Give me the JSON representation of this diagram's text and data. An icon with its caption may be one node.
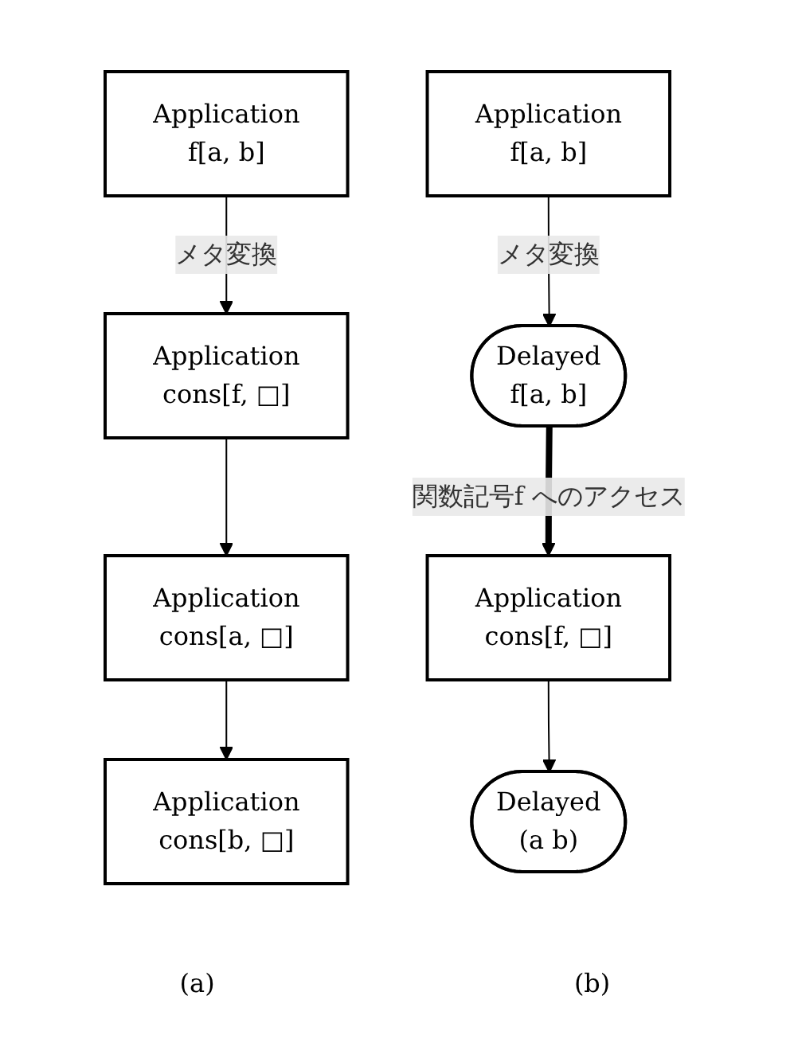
{
  "diagram": {
    "nodes": [
      {
        "text": [
          "Application",
          "f[a, b]"
        ]
      },
      {
        "text": [
          "Application",
          "cons[f, □]"
        ]
      },
      {
        "text": [
          "Application",
          "cons[a, □]"
        ]
      },
      {
        "text": [
          "Application",
          "cons[b, □]"
        ]
      },
      {
        "text": [
          "Application",
          "f[a, b]"
        ]
      },
      {
        "text": [
          "Delayed",
          "f[a, b]"
        ]
      },
      {
        "text": [
          "Application",
          "cons[f, □]"
        ]
      },
      {
        "text": [
          "Delayed",
          "(a b)"
        ]
      }
    ],
    "edges": [
      {
        "from": 0,
        "to": 1,
        "arrow": "to",
        "label": "メタ変換"
      },
      {
        "from": 1,
        "to": 2,
        "arrow": "to"
      },
      {
        "from": 2,
        "to": 3,
        "arrow": "to"
      },
      {
        "from": 4,
        "to": 5,
        "arrow": "to",
        "label": "メタ変換"
      },
      {
        "from": 5,
        "to": 6,
        "arrow": "to",
        "label": "関数記号f へのアクセス",
        "style": "thick"
      },
      {
        "from": 6,
        "to": 7,
        "arrow": "to"
      }
    ],
    "labels": [
      "(a)",
      "(b)"
    ]
  }
}
